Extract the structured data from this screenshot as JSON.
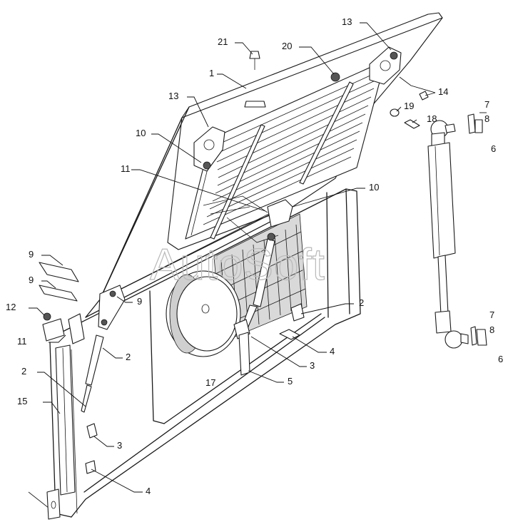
{
  "watermark": "AutoSoft",
  "callouts": [
    {
      "id": "c21",
      "text": "21"
    },
    {
      "id": "c20",
      "text": "20"
    },
    {
      "id": "c13a",
      "text": "13"
    },
    {
      "id": "c13b",
      "text": "13"
    },
    {
      "id": "c1",
      "text": "1"
    },
    {
      "id": "c14",
      "text": "14"
    },
    {
      "id": "c19",
      "text": "19"
    },
    {
      "id": "c18",
      "text": "18"
    },
    {
      "id": "c7a",
      "text": "7"
    },
    {
      "id": "c8a",
      "text": "8"
    },
    {
      "id": "c6a",
      "text": "6"
    },
    {
      "id": "c10a",
      "text": "10"
    },
    {
      "id": "c11a",
      "text": "11"
    },
    {
      "id": "c10b",
      "text": "10"
    },
    {
      "id": "c9a",
      "text": "9"
    },
    {
      "id": "c9b",
      "text": "9"
    },
    {
      "id": "c12",
      "text": "12"
    },
    {
      "id": "c11b",
      "text": "11"
    },
    {
      "id": "c9c",
      "text": "9"
    },
    {
      "id": "c2a",
      "text": "2"
    },
    {
      "id": "c2b",
      "text": "2"
    },
    {
      "id": "c2c",
      "text": "2"
    },
    {
      "id": "c4a",
      "text": "4"
    },
    {
      "id": "c3a",
      "text": "3"
    },
    {
      "id": "c5",
      "text": "5"
    },
    {
      "id": "c17",
      "text": "17"
    },
    {
      "id": "c15",
      "text": "15"
    },
    {
      "id": "c3b",
      "text": "3"
    },
    {
      "id": "c4b",
      "text": "4"
    },
    {
      "id": "c7b",
      "text": "7"
    },
    {
      "id": "c8b",
      "text": "8"
    },
    {
      "id": "c6b",
      "text": "6"
    }
  ]
}
